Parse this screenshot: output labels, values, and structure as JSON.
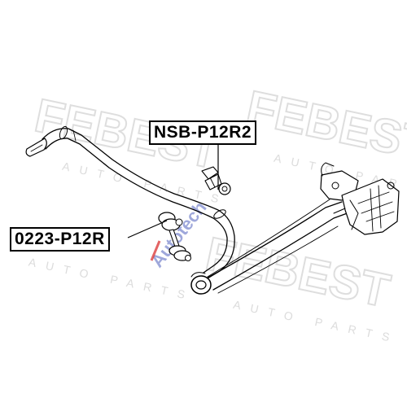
{
  "labels": {
    "part_nsb": "NSB-P12R2",
    "part_0223": "0223-P12R"
  },
  "watermark": {
    "brand": "FEBEST",
    "tagline": "AUTO PARTS",
    "site": "Autotech"
  },
  "colors": {
    "ink": "#000000",
    "watermark": "#d9d9d9",
    "site_red": "#d93030",
    "site_blue": "#2a3fb0"
  }
}
